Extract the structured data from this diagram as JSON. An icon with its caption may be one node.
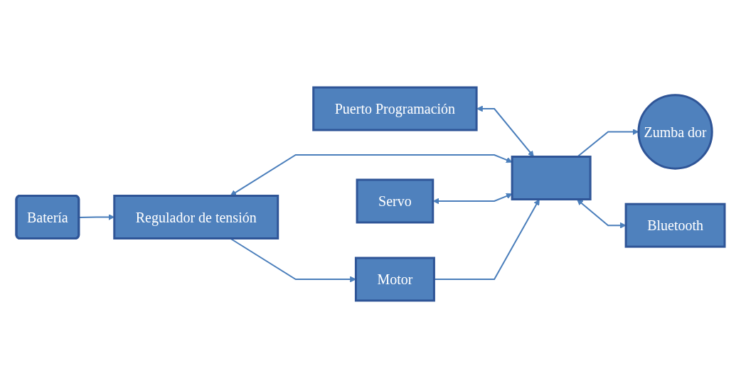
{
  "diagram": {
    "nodes": [
      {
        "text": [
          "Puerto Programación"
        ]
      },
      {
        "text": [
          "Regulador de tensión"
        ]
      },
      {
        "text": [
          "Batería"
        ]
      },
      {
        "text": [
          "Servo"
        ]
      },
      {
        "text": [],
        "shape": "box"
      },
      {
        "text": [
          "Motor"
        ]
      },
      {
        "text": [
          "Bluetooth"
        ]
      },
      {
        "text": [
          "Zumba dor"
        ]
      }
    ],
    "edges": [
      {
        "from": 2,
        "to": 1,
        "arrow": "to"
      },
      {
        "from": 0,
        "to": 4,
        "arrow": "both"
      },
      {
        "from": 1,
        "to": 4,
        "arrow": "both"
      },
      {
        "from": 3,
        "to": 4,
        "arrow": "both"
      },
      {
        "from": 1,
        "to": 5,
        "arrow": "to"
      },
      {
        "from": 5,
        "to": 4,
        "arrow": "to"
      },
      {
        "from": 4,
        "to": 7,
        "arrow": "to"
      },
      {
        "from": 4,
        "to": 6,
        "arrow": "both"
      }
    ]
  }
}
